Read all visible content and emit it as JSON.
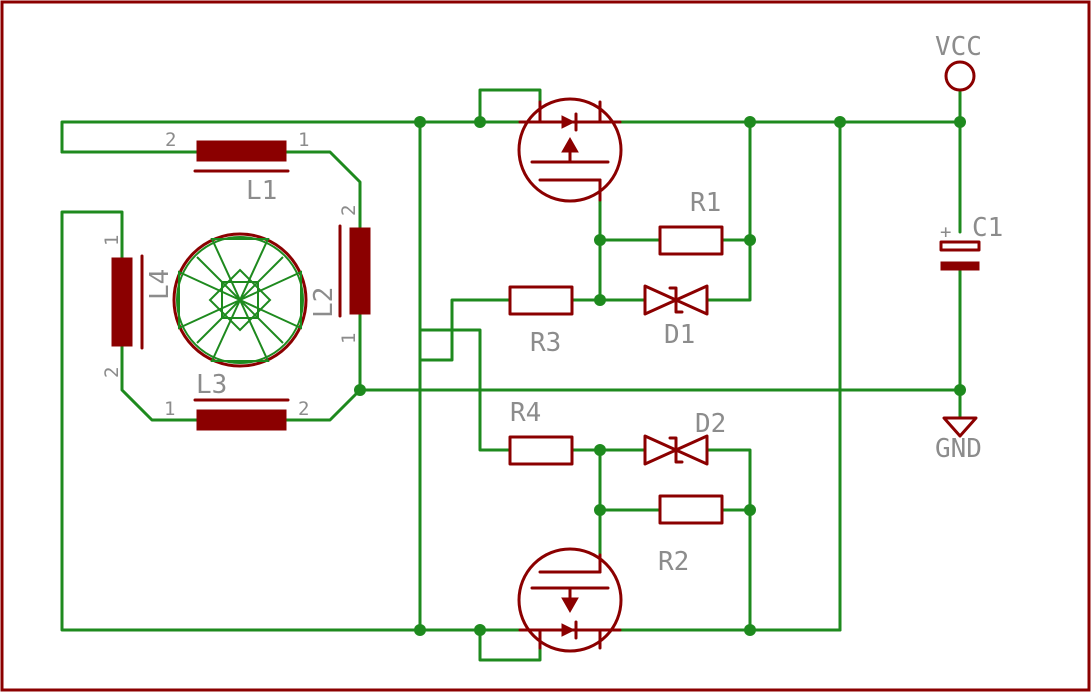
{
  "power": {
    "vcc": "VCC",
    "gnd": "GND"
  },
  "capacitor": {
    "name": "C1",
    "polarity": "+"
  },
  "inductors": [
    {
      "name": "L1",
      "pin_a": "2",
      "pin_b": "1"
    },
    {
      "name": "L2",
      "pin_a": "2",
      "pin_b": "1"
    },
    {
      "name": "L3",
      "pin_a": "1",
      "pin_b": "2"
    },
    {
      "name": "L4",
      "pin_a": "1",
      "pin_b": "2"
    }
  ],
  "resistors": {
    "r1": "R1",
    "r2": "R2",
    "r3": "R3",
    "r4": "R4"
  },
  "diodes": {
    "d1": "D1",
    "d2": "D2"
  },
  "colors": {
    "wire": "#1e8a1e",
    "component": "#8b0000",
    "label": "#8c8c8c",
    "frame": "#8b0000"
  }
}
